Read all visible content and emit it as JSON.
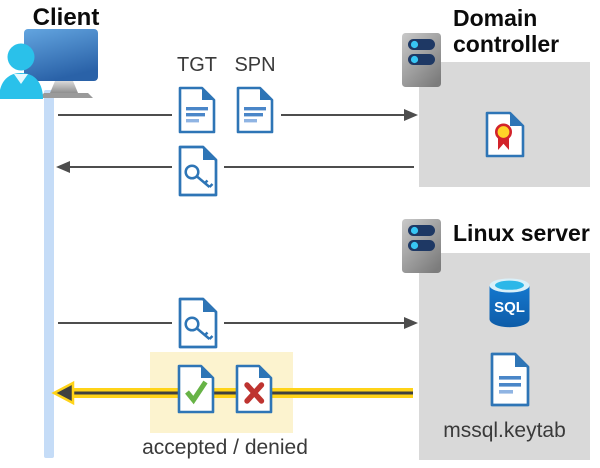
{
  "client": {
    "label": "Client"
  },
  "domain_controller": {
    "label": "Domain controller"
  },
  "linux_server": {
    "label": "Linux server",
    "sql_badge": "SQL",
    "keytab_label": "mssql.keytab"
  },
  "tickets": {
    "tgt_label": "TGT",
    "spn_label": "SPN"
  },
  "result": {
    "label": "accepted / denied"
  },
  "colors": {
    "doc_blue": "#2E75B6",
    "doc_line_blue": "#4A86C8",
    "box_gray": "#D9D9D9",
    "timeline_blue": "#C5DCF7",
    "highlight_yellow_bg": "#FCF3CF",
    "arrow_yellow": "#FFD318",
    "arrow_gray": "#4D4D4D",
    "check_green": "#67B346",
    "deny_red": "#BE3430",
    "sql_blue": "#1273C7",
    "cyan_accent": "#2AC1EA",
    "server_slot_navy": "#1E3864"
  }
}
